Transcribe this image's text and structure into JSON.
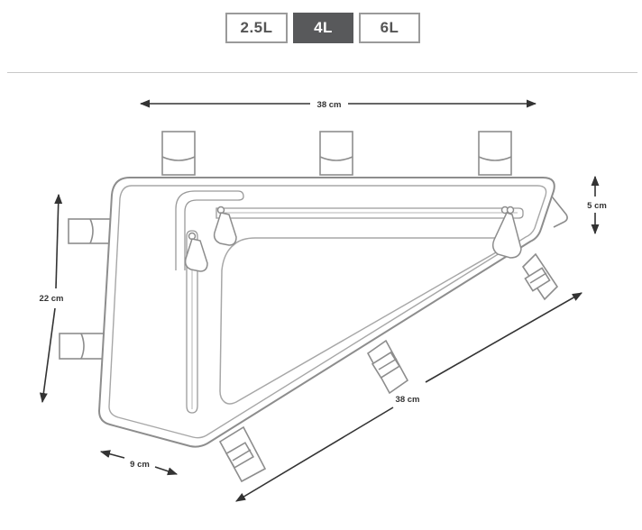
{
  "size_tabs": [
    {
      "label": "2.5L",
      "active": false
    },
    {
      "label": "4L",
      "active": true
    },
    {
      "label": "6L",
      "active": false
    }
  ],
  "dimensions": {
    "top_length": "38 cm",
    "height": "22 cm",
    "depth_side": "5 cm",
    "bottom_length": "38 cm",
    "front_short": "9 cm"
  },
  "colors": {
    "active_tab_bg": "#58595b",
    "outline": "#9a9a9a",
    "text": "#333333"
  }
}
